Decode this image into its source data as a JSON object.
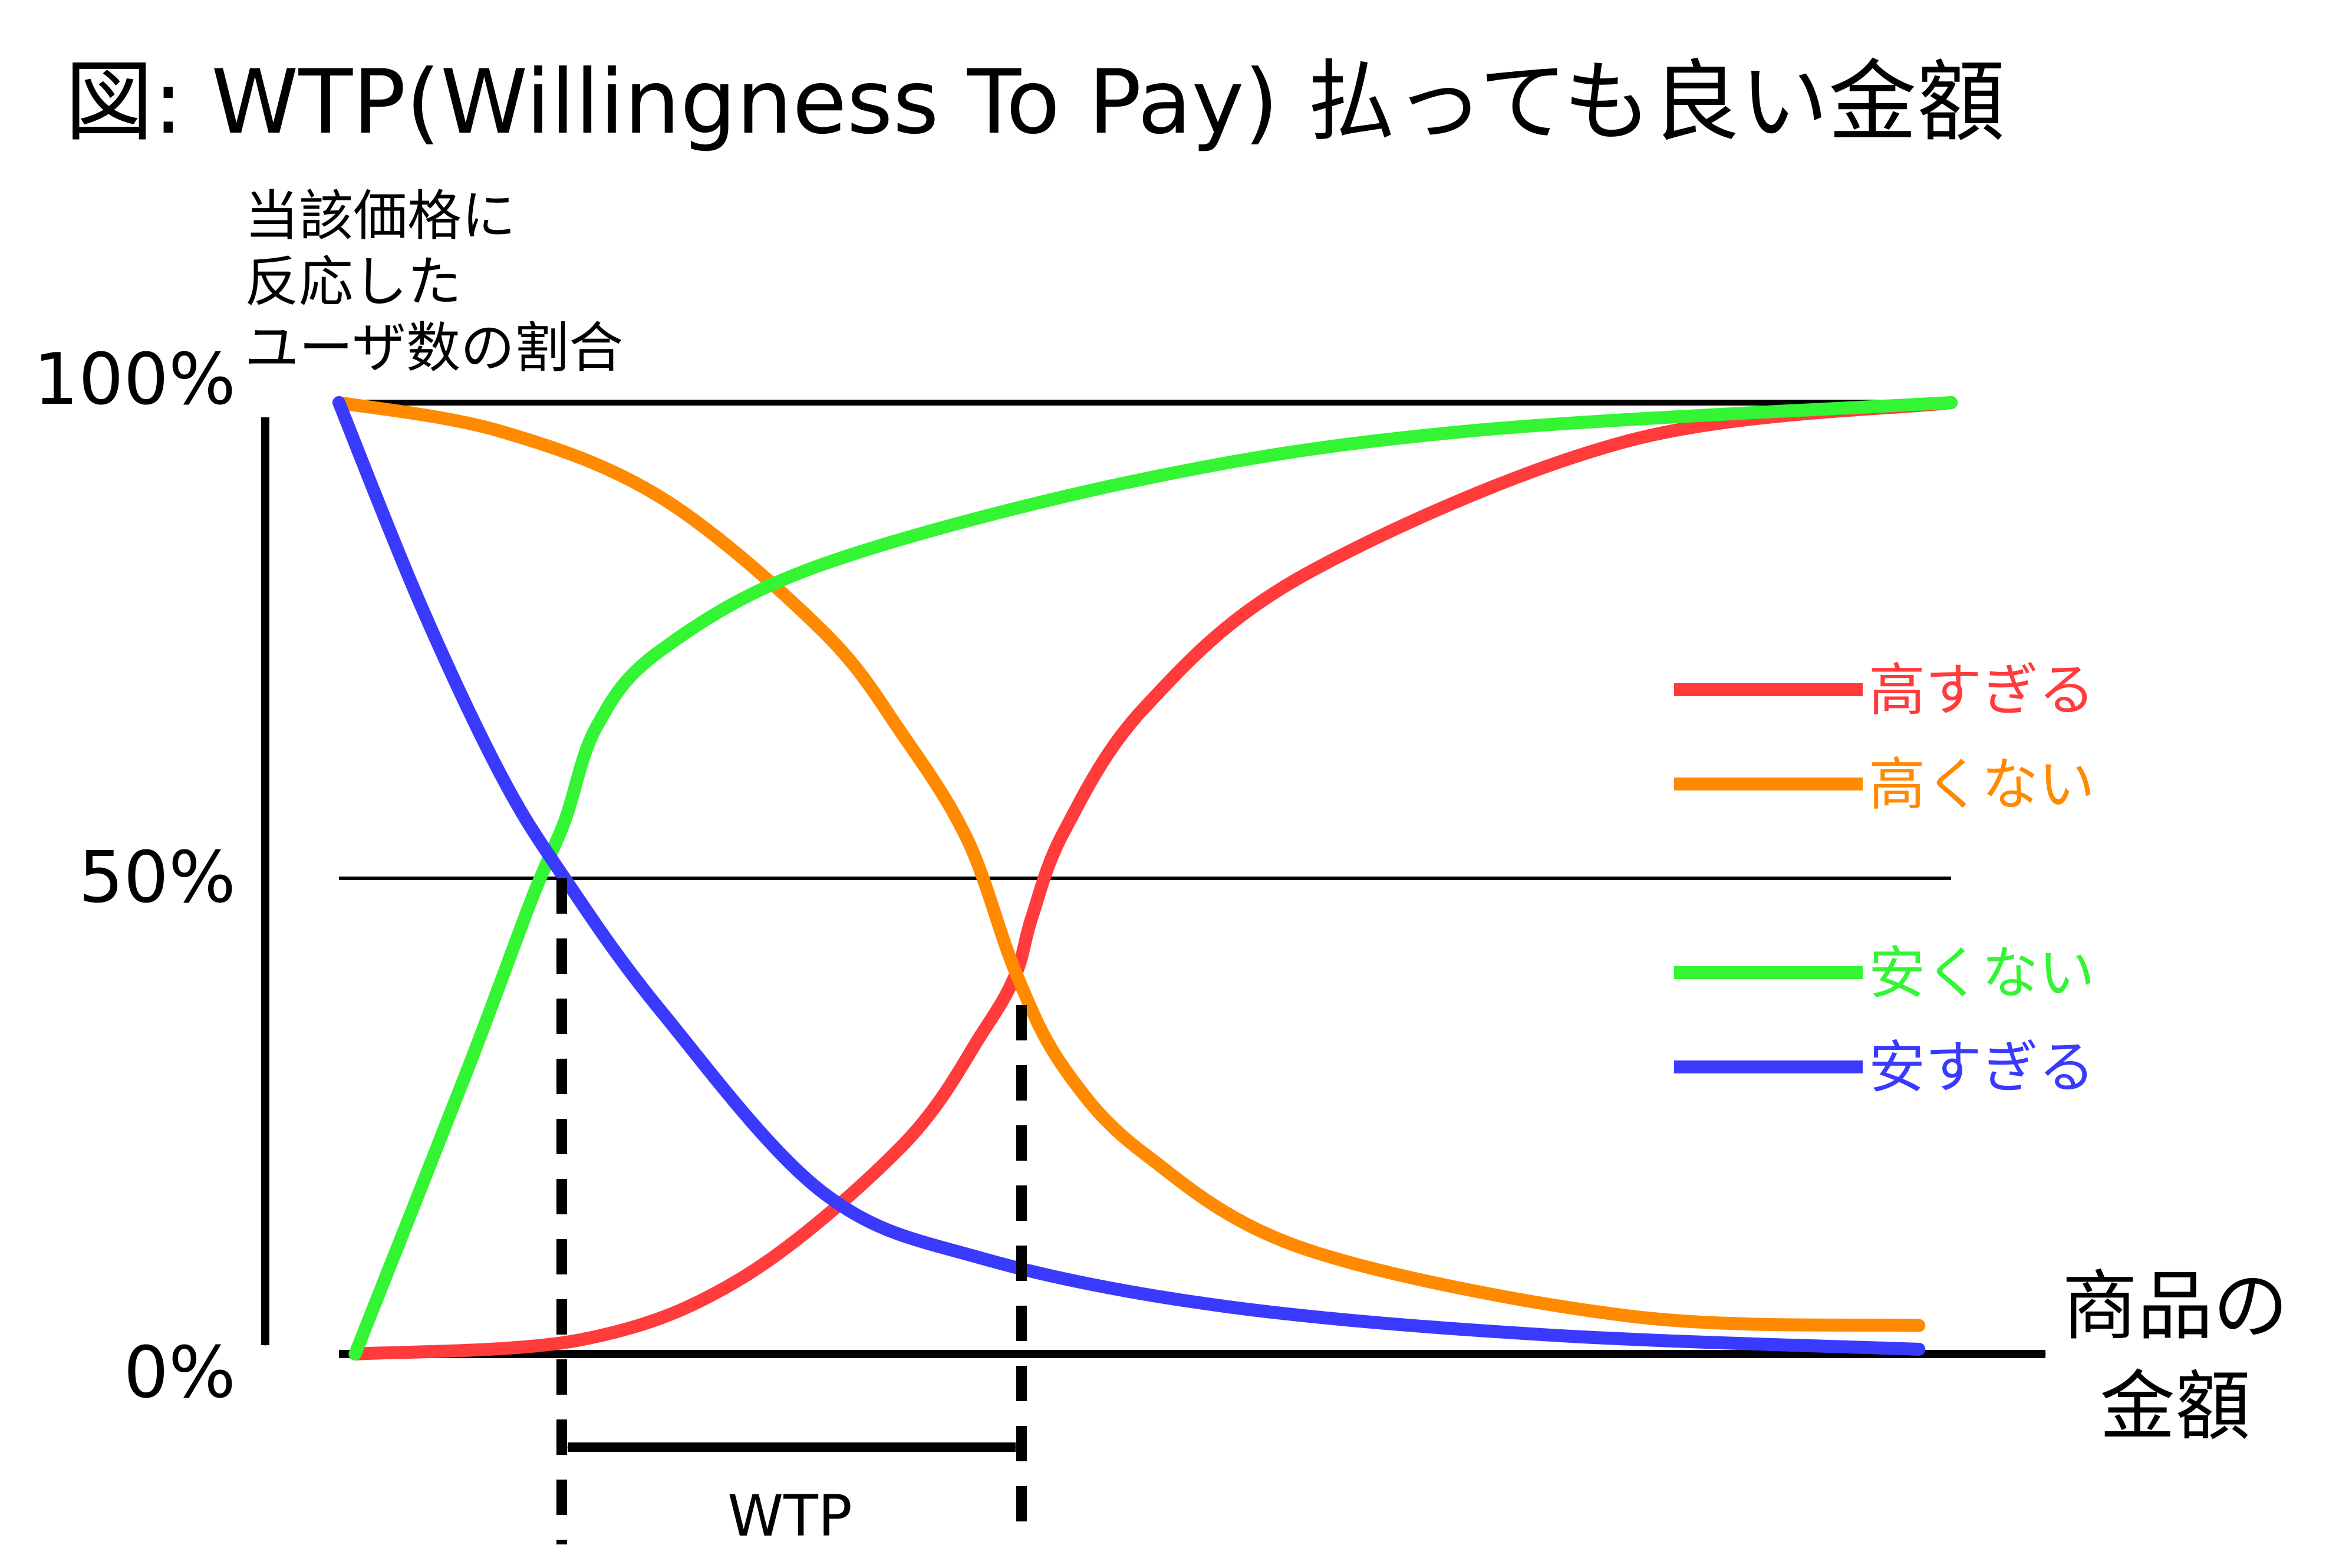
{
  "title": "図: WTP(Willingness To Pay) 払っても良い金額",
  "chart_data": {
    "type": "line",
    "ylabel": [
      "当該価格に",
      "反応した",
      "ユーザ数の割合"
    ],
    "xlabel": [
      "商品の",
      "金額"
    ],
    "yticks": [
      {
        "value": 100,
        "label": "100%"
      },
      {
        "value": 50,
        "label": "50%"
      },
      {
        "value": 0,
        "label": "0%"
      }
    ],
    "ylim": [
      0,
      100
    ],
    "xlim": [
      0,
      100
    ],
    "grid": "horizontal lines at 0%, 50%, 100%",
    "legend_position": "right",
    "series": [
      {
        "name": "高すぎる",
        "color": "#ff3b3b",
        "x": [
          1,
          15,
          25,
          35,
          40,
          42,
          43,
          45,
          50,
          60,
          80,
          100
        ],
        "y": [
          0,
          1.5,
          8,
          22,
          34,
          40,
          46,
          55,
          68,
          82,
          96,
          100
        ]
      },
      {
        "name": "高くない",
        "color": "#ff8a00",
        "x": [
          0,
          10,
          20,
          30,
          35,
          39,
          42,
          45,
          50,
          60,
          80,
          98
        ],
        "y": [
          100,
          97,
          90,
          76,
          65,
          54,
          40,
          30,
          21,
          11,
          4,
          3
        ]
      },
      {
        "name": "安くない",
        "color": "#33f533",
        "x": [
          1,
          8,
          12,
          14,
          16,
          20,
          30,
          50,
          70,
          100
        ],
        "y": [
          0,
          30,
          48,
          56,
          66,
          74,
          83,
          92,
          97,
          100
        ]
      },
      {
        "name": "安すぎる",
        "color": "#3a3aff",
        "x": [
          0,
          5,
          10,
          14,
          20,
          30,
          40,
          55,
          75,
          98
        ],
        "y": [
          100,
          79,
          61,
          50,
          36,
          17,
          10,
          5,
          2,
          0.5
        ]
      }
    ],
    "annotations": [
      {
        "label": "WTP",
        "range_x": [
          14,
          42.5
        ],
        "description": "dashed verticals at intersections with double arrow between"
      }
    ]
  }
}
